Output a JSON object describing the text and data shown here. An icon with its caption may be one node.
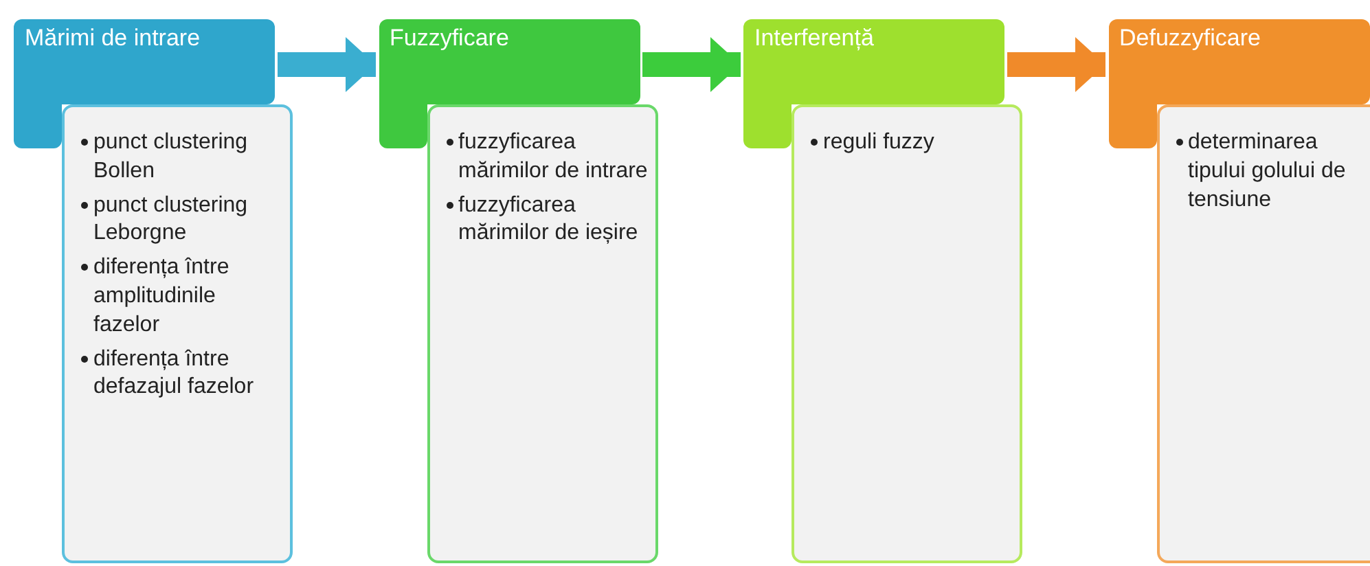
{
  "diagram": {
    "nodes": [
      {
        "text": [
          "Mărimi de intrare"
        ]
      },
      {
        "text": [
          "punct clustering Bollen",
          "punct clustering Leborgne",
          "diferența între amplitudinile fazelor",
          "diferența între defazajul fazelor"
        ]
      },
      {
        "text": [
          "Fuzzyficare"
        ]
      },
      {
        "text": [
          "fuzzyficarea mărimilor de intrare",
          "fuzzyficarea mărimilor de ieșire"
        ]
      },
      {
        "text": [
          "Interferență"
        ]
      },
      {
        "text": [
          "reguli fuzzy"
        ]
      },
      {
        "text": [
          "Defuzzyficare"
        ]
      },
      {
        "text": [
          "determinarea tipului golului de tensiune"
        ]
      }
    ],
    "edges": [
      {
        "from": 0,
        "to": 2,
        "arrow": "to",
        "color": "#3aaed0"
      },
      {
        "from": 2,
        "to": 4,
        "arrow": "to",
        "color": "#3ccc3c"
      },
      {
        "from": 4,
        "to": 6,
        "arrow": "to",
        "color": "#f08a2a"
      }
    ]
  }
}
